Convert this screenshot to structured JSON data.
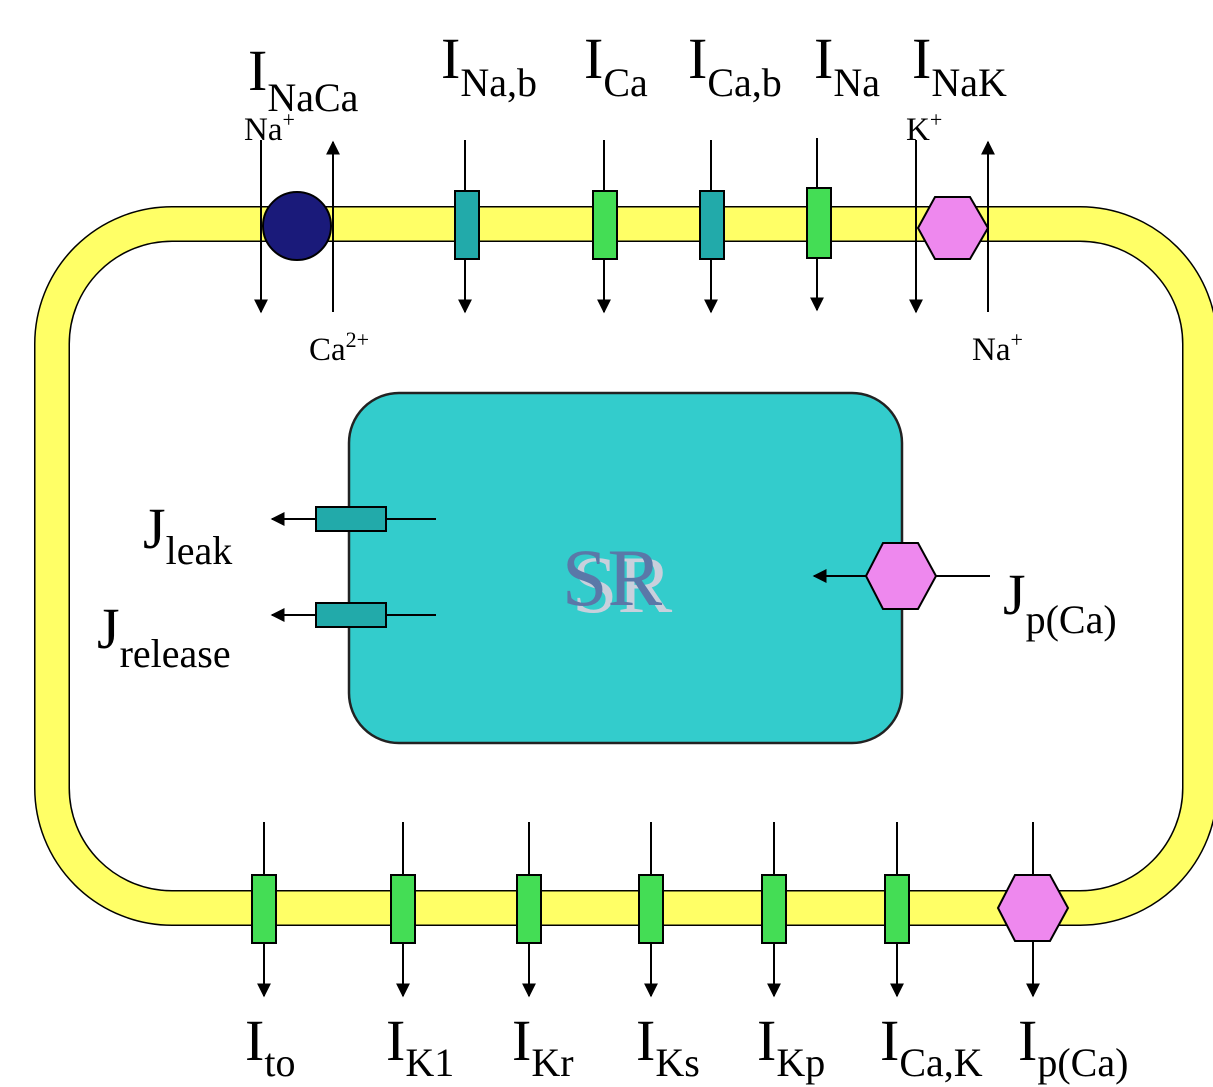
{
  "top_currents": [
    {
      "main": "I",
      "sub": "NaCa"
    },
    {
      "main": "I",
      "sub": "Na,b"
    },
    {
      "main": "I",
      "sub": "Ca"
    },
    {
      "main": "I",
      "sub": "Ca,b"
    },
    {
      "main": "I",
      "sub": "Na"
    },
    {
      "main": "I",
      "sub": "NaK"
    }
  ],
  "bottom_currents": [
    {
      "main": "I",
      "sub": "to"
    },
    {
      "main": "I",
      "sub": "K1"
    },
    {
      "main": "I",
      "sub": "Kr"
    },
    {
      "main": "I",
      "sub": "Ks"
    },
    {
      "main": "I",
      "sub": "Kp"
    },
    {
      "main": "I",
      "sub": "Ca,K"
    },
    {
      "main": "I",
      "sub": "p(Ca)"
    }
  ],
  "sr_fluxes": {
    "leak": {
      "main": "J",
      "sub": "leak"
    },
    "release": {
      "main": "J",
      "sub": "release"
    },
    "pump": {
      "main": "J",
      "sub": "p(Ca)"
    }
  },
  "ions": {
    "naca_na": {
      "base": "Na",
      "sup": "+"
    },
    "naca_ca": {
      "base": "Ca",
      "sup": "2+"
    },
    "nak_k": {
      "base": "K",
      "sup": "+"
    },
    "nak_na": {
      "base": "Na",
      "sup": "+"
    }
  },
  "sr_label": "SR",
  "colors": {
    "membrane": "#ffff66",
    "sr_fill": "#33cccc",
    "channel_green": "#44dd55",
    "channel_teal": "#22aaaa",
    "exchanger": "#1a1a7a",
    "pump": "#ee88ee"
  },
  "icons": {
    "exchanger": "circle",
    "channel": "rectangle",
    "pump": "hexagon"
  }
}
